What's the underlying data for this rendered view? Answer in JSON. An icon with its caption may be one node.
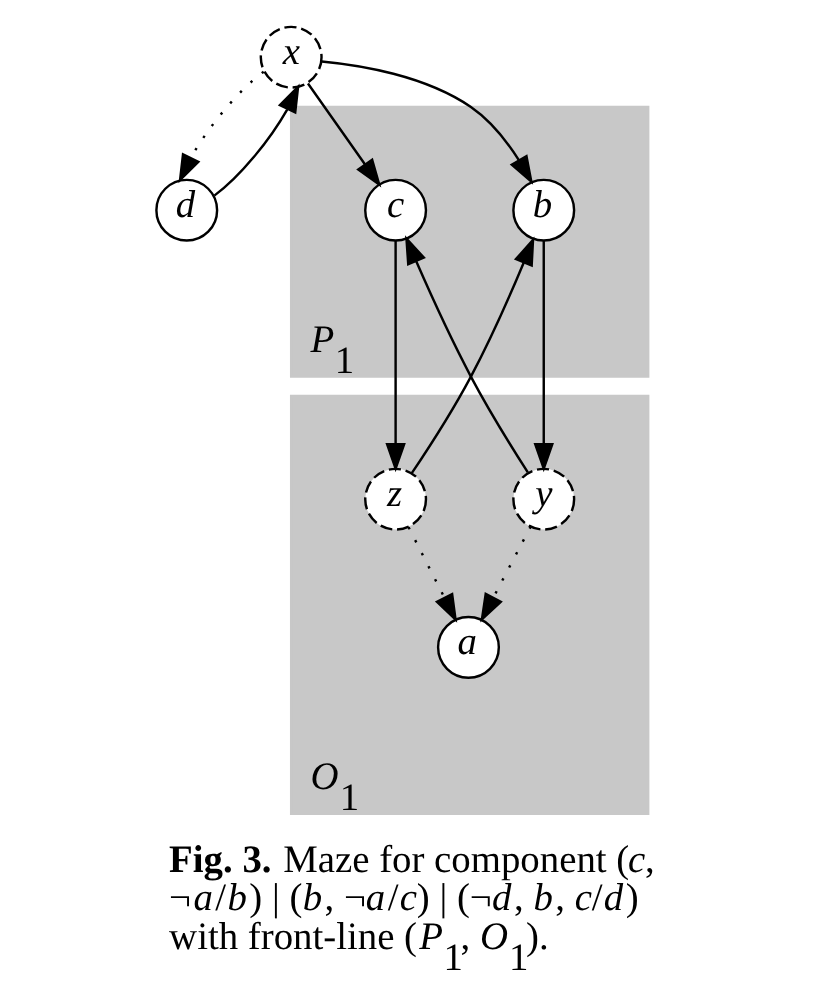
{
  "diagram": {
    "caption": "**Fig. 3.** Maze for component (*c*, ¬*a*/*b*) | (*b*, ¬*a*/*c*) | (¬*d*, *b*, *c*/*d*) with front-line (*P*$_{1}$, *O*$_{1}$).",
    "nodes": [
      {
        "text": [
          "x"
        ]
      },
      {
        "text": [
          "d"
        ]
      },
      {
        "text": [
          "*P*$_{1}$"
        ]
      },
      {
        "text": [
          "*O*$_{1}$"
        ]
      },
      {
        "text": [
          "y"
        ],
        "in": 3
      },
      {
        "text": [
          "b"
        ],
        "in": 2
      },
      {
        "text": [
          "a"
        ],
        "in": 3
      },
      {
        "text": [
          "c"
        ],
        "in": 2
      },
      {
        "text": [
          "z"
        ],
        "in": 3
      }
    ],
    "edges": [
      {
        "from": 0,
        "to": 1,
        "arrow": "to",
        "style": "dashed"
      },
      {
        "from": 1,
        "to": 0,
        "arrow": "to"
      },
      {
        "from": 0,
        "to": 5,
        "arrow": "to"
      },
      {
        "from": 0,
        "to": 7,
        "arrow": "to"
      },
      {
        "from": 5,
        "to": 4,
        "arrow": "to"
      },
      {
        "from": 4,
        "to": 7,
        "arrow": "to"
      },
      {
        "from": 4,
        "to": 6,
        "arrow": "to",
        "style": "dashed"
      },
      {
        "from": 8,
        "to": 6,
        "arrow": "to",
        "style": "dashed"
      },
      {
        "from": 8,
        "to": 5,
        "arrow": "to"
      },
      {
        "from": 7,
        "to": 8,
        "arrow": "to"
      }
    ]
  }
}
